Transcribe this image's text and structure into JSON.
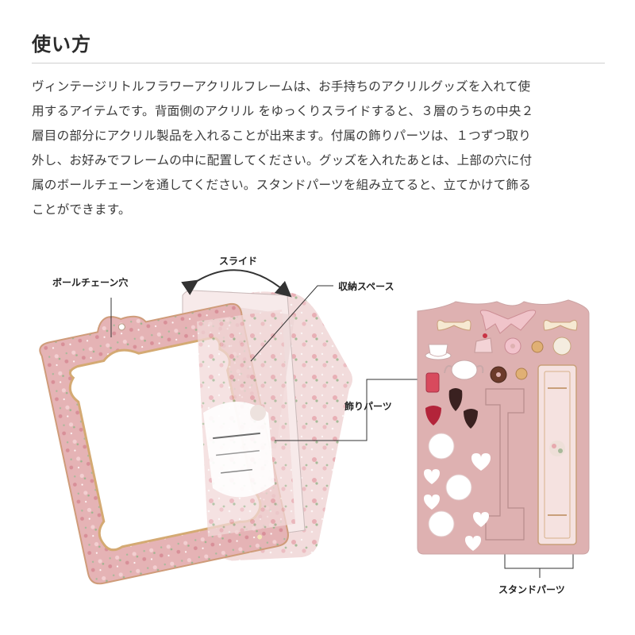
{
  "title": "使い方",
  "body_lines": [
    "ヴィンテージリトルフラワーアクリルフレームは、お手持ちのアクリルグッズを入れて使",
    "用するアイテムです。背面側のアクリル をゆっくりスライドすると、３層のうちの中央２",
    "層目の部分にアクリル製品を入れることが出来ます。付属の飾りパーツは、１つずつ取り",
    "外し、お好みでフレームの中に配置してください。グッズを入れたあとは、上部の穴に付",
    "属のボールチェーンを通してください。スタンドパーツを組み立てると、立てかけて飾る",
    "ことができます。"
  ],
  "labels": {
    "slide": "スライド",
    "chain_hole": "ボールチェーン穴",
    "storage_space": "収納スペース",
    "decoration_parts": "飾りパーツ",
    "stand_parts": "スタンドパーツ"
  },
  "colors": {
    "frame_pink": "#e7bcbc",
    "gold": "#d2a873",
    "sheet_pink": "#deb1b1"
  }
}
